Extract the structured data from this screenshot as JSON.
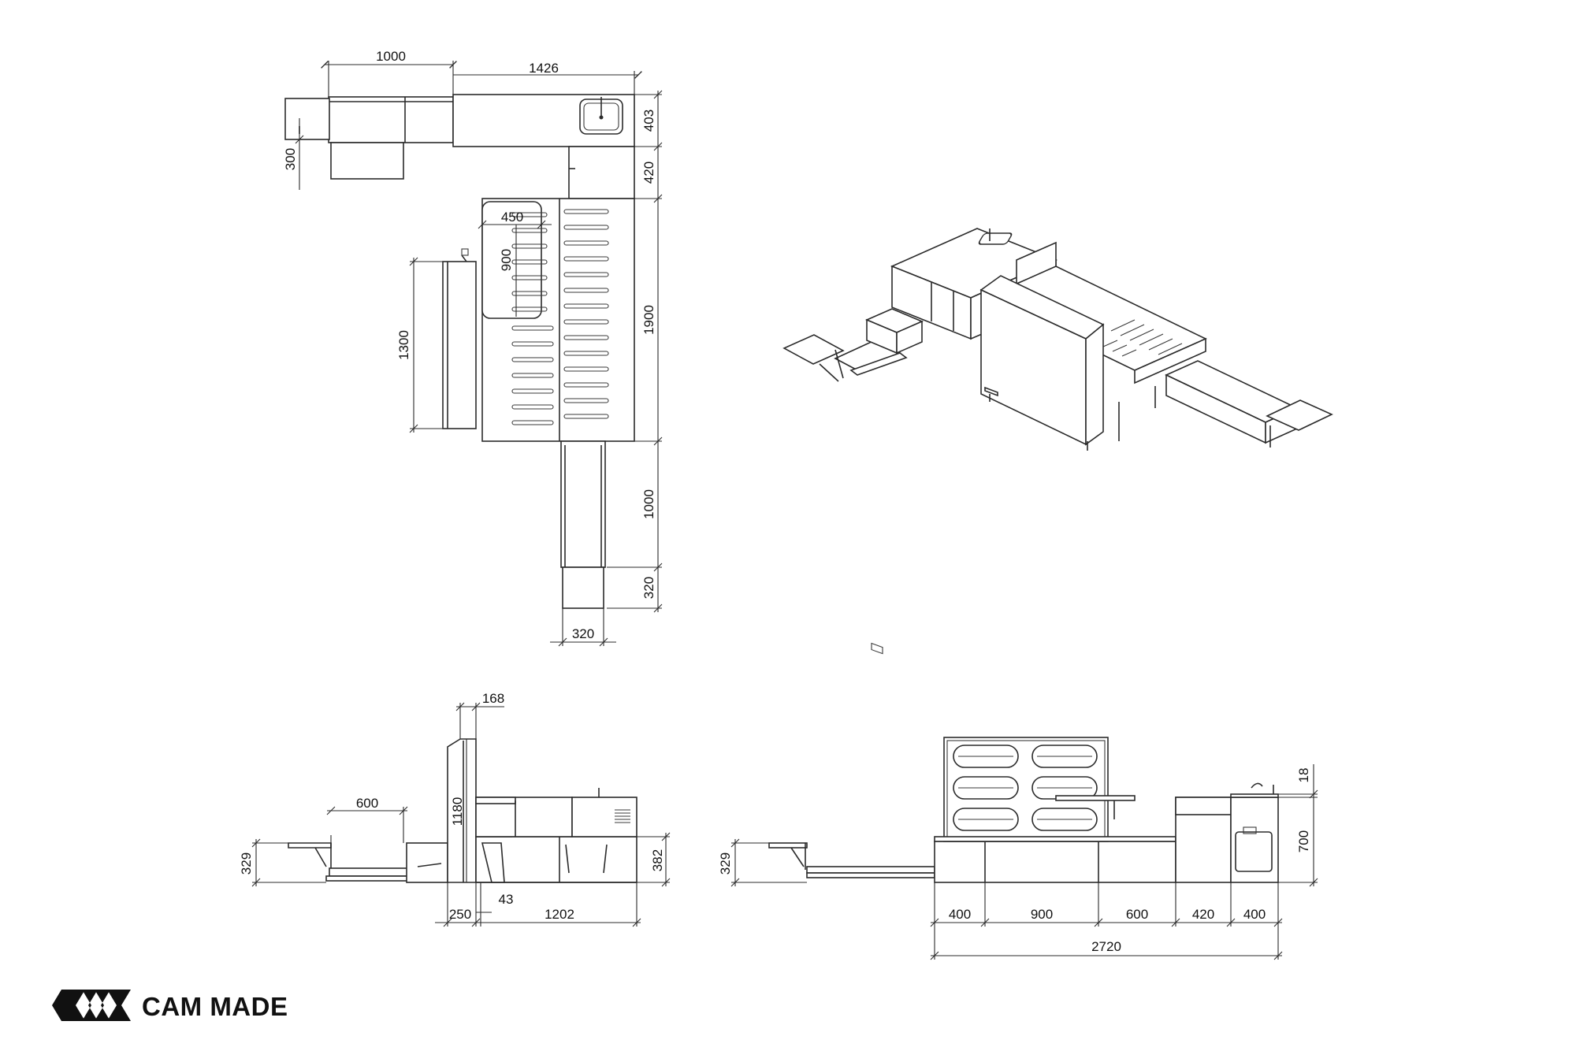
{
  "brand": {
    "name": "CAM MADE",
    "logo_icon": "cm-monogram-icon"
  },
  "plan_view": {
    "width_kitchen_left": "1000",
    "width_kitchen_right": "1426",
    "depth_kitchen": "403",
    "depth_aisle": "420",
    "bed_length": "1900",
    "extension_length": "1000",
    "extension_end": "320",
    "extension_width": "320",
    "step_depth": "300",
    "side_table_length": "1300",
    "backrest_width": "450",
    "backrest_length": "900"
  },
  "side_view_left": {
    "table_width": "600",
    "table_height": "329",
    "backrest_top": "168",
    "backrest_height": "1180",
    "cabinet_height": "382",
    "offset_a": "250",
    "offset_b": "43",
    "base_length": "1202"
  },
  "side_view_right": {
    "table_height": "329",
    "worktop_thickness": "18",
    "counter_height": "700",
    "segments": [
      "400",
      "900",
      "600",
      "420",
      "400"
    ],
    "total_length": "2720"
  }
}
